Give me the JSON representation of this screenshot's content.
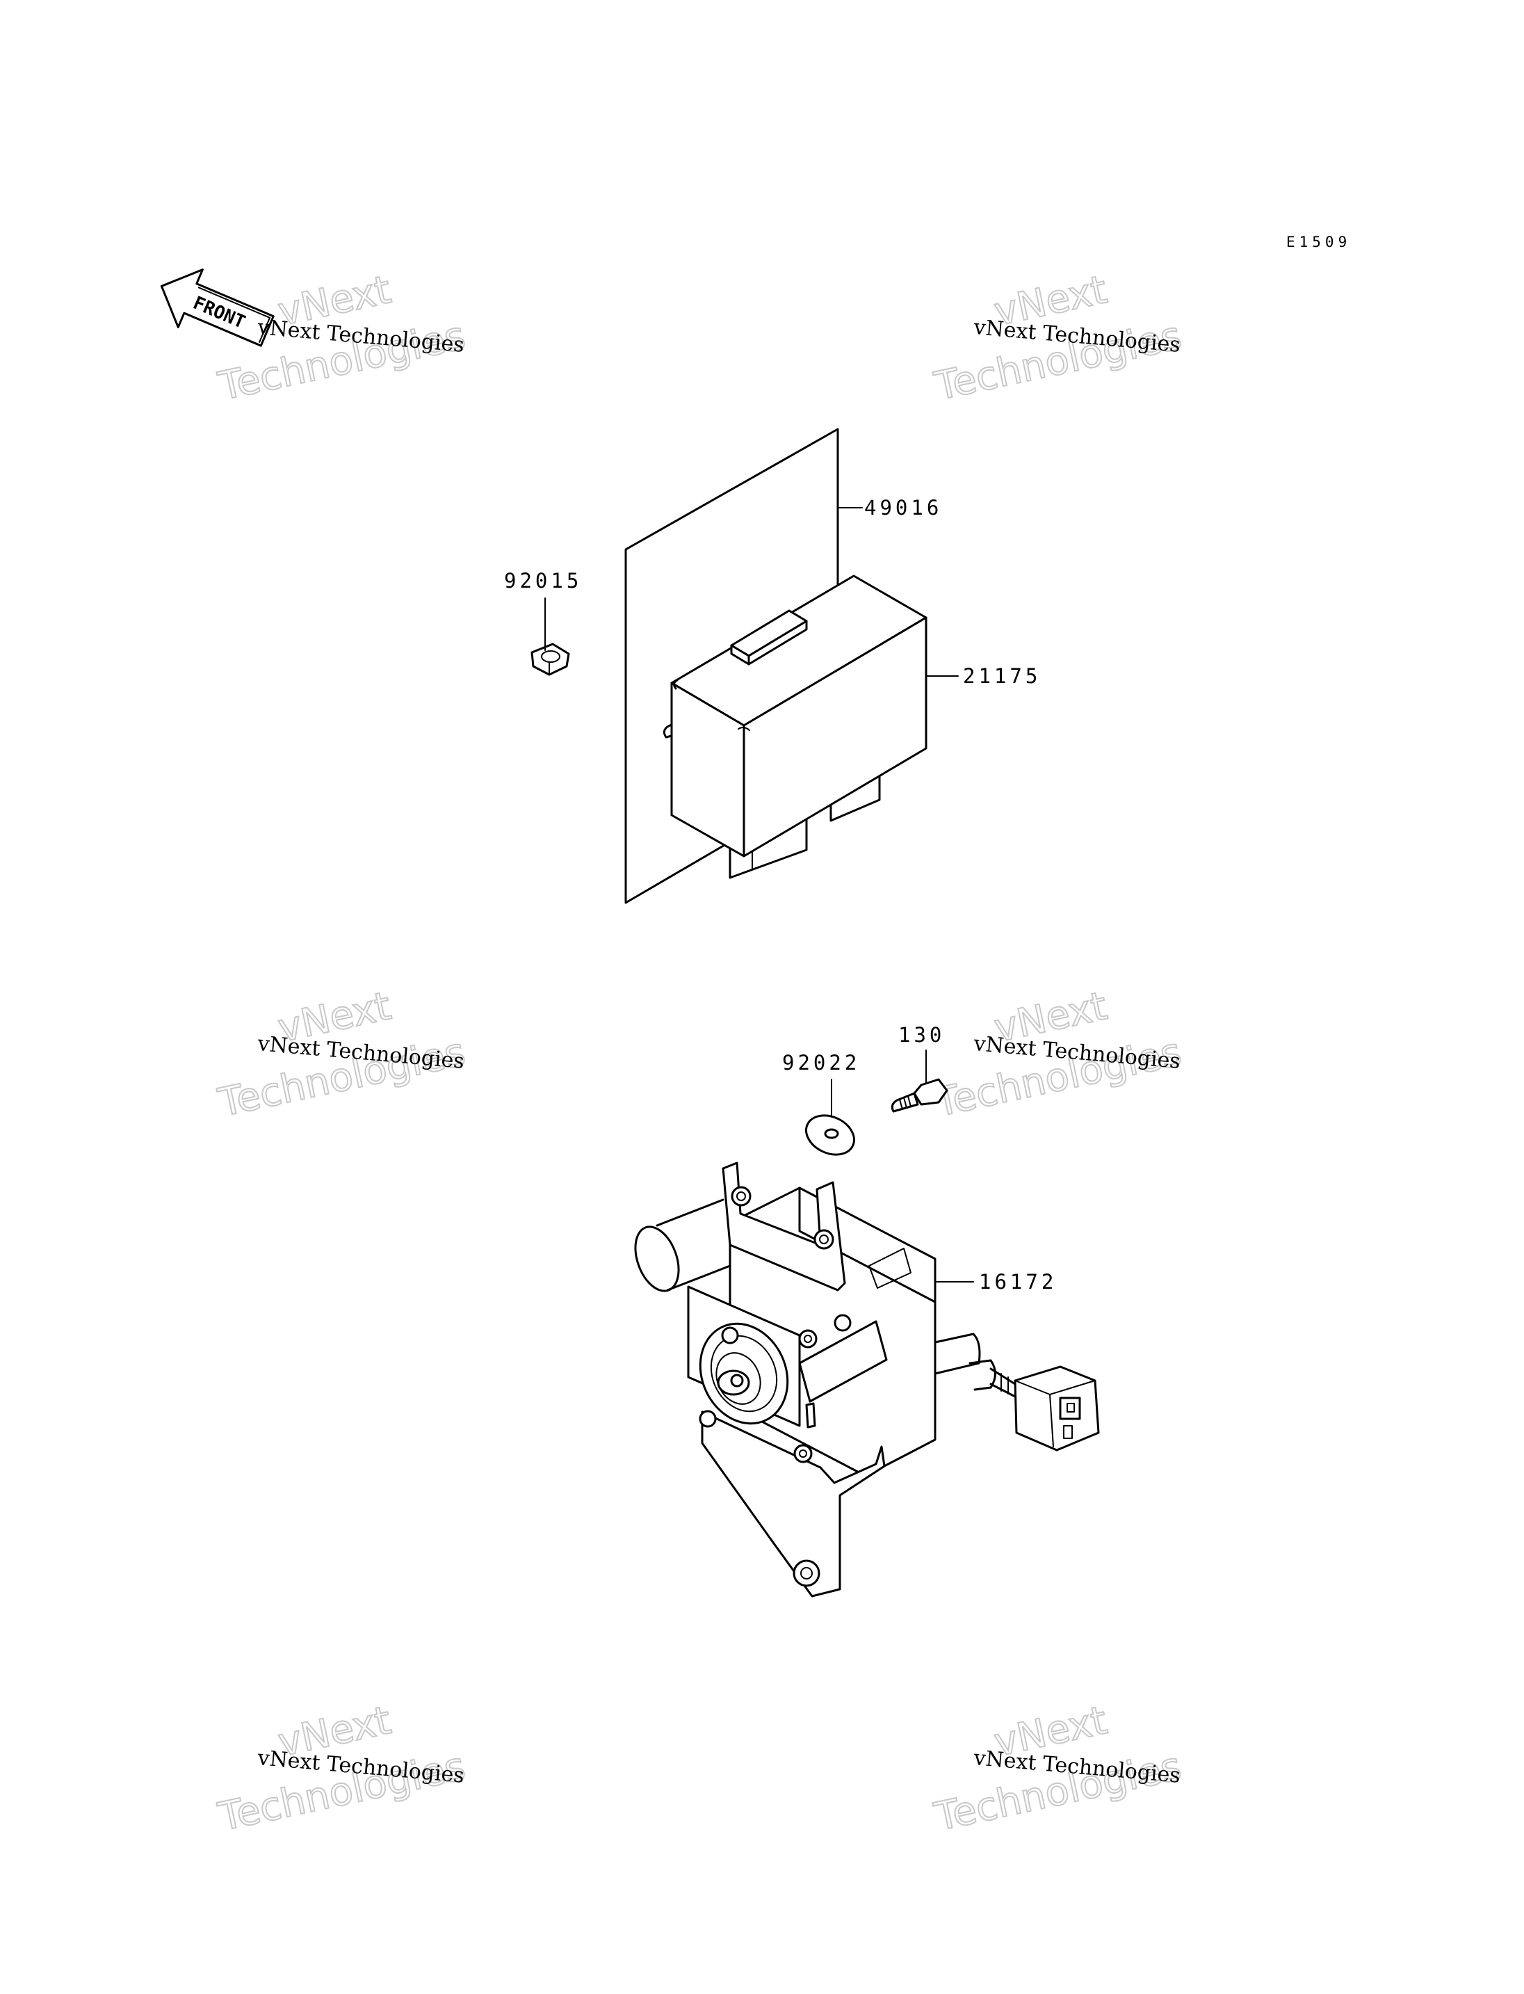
{
  "diagram_code": "E1509",
  "front_label": "FRONT",
  "watermark": {
    "small": "vNext Technologies",
    "big_line1": "vNext",
    "big_line2": "Technologies"
  },
  "parts": [
    {
      "id": "49016"
    },
    {
      "id": "92015"
    },
    {
      "id": "21175"
    },
    {
      "id": "130"
    },
    {
      "id": "92022"
    },
    {
      "id": "16172"
    }
  ]
}
